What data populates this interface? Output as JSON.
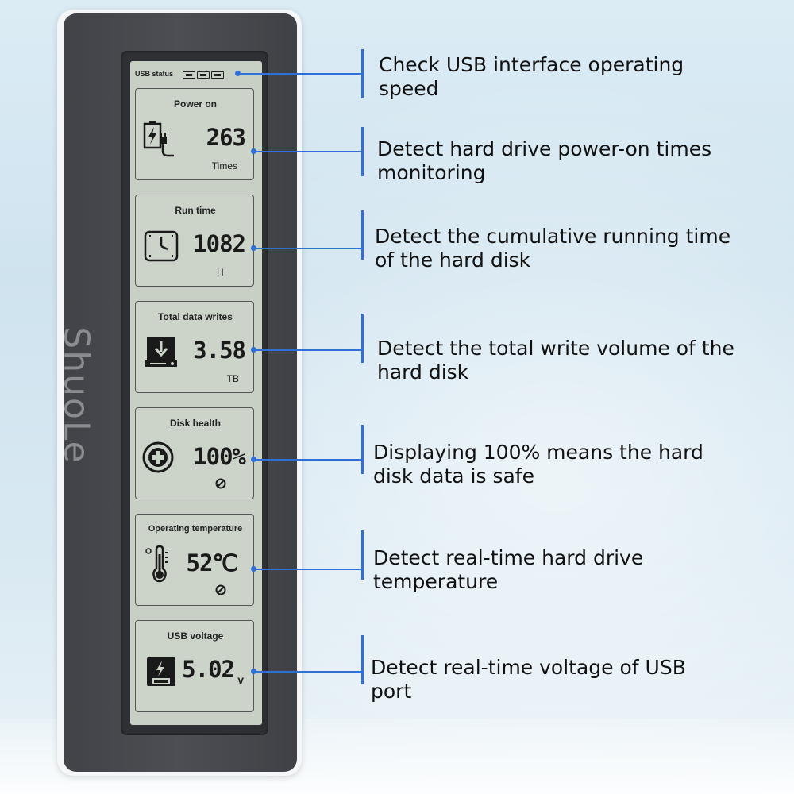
{
  "brand": "ShuoLe",
  "usb_status_label": "USB status",
  "panels": [
    {
      "title": "Power on",
      "value": "263",
      "unit": "Times",
      "icon": "battery-plug-icon"
    },
    {
      "title": "Run time",
      "value": "1082",
      "unit": "H",
      "icon": "clock-icon"
    },
    {
      "title": "Total data writes",
      "value": "3.58",
      "unit": "TB",
      "icon": "drive-download-icon"
    },
    {
      "title": "Disk health",
      "value": "100%",
      "unit": "",
      "icon": "health-cross-icon"
    },
    {
      "title": "Operating temperature",
      "value": "52℃",
      "unit": "",
      "icon": "thermometer-icon"
    },
    {
      "title": "USB voltage",
      "value": "5.02",
      "unit": "v",
      "icon": "usb-bolt-icon"
    }
  ],
  "captions": [
    {
      "line1": "Check USB interface operating",
      "line2": "speed"
    },
    {
      "line1": "Detect hard drive power-on times",
      "line2": "monitoring"
    },
    {
      "line1": "Detect the cumulative running time",
      "line2": "of the hard disk"
    },
    {
      "line1": "Detect the total write volume of the",
      "line2": "hard disk"
    },
    {
      "line1": "Displaying 100% means the hard",
      "line2": "disk data is safe"
    },
    {
      "line1": "Detect real-time hard drive",
      "line2": "temperature"
    },
    {
      "line1": "Detect real-time voltage of USB",
      "line2": "port"
    }
  ],
  "colors": {
    "accent": "#2f6fd6",
    "lcd": "#c8d0c6",
    "device": "#45474c"
  }
}
